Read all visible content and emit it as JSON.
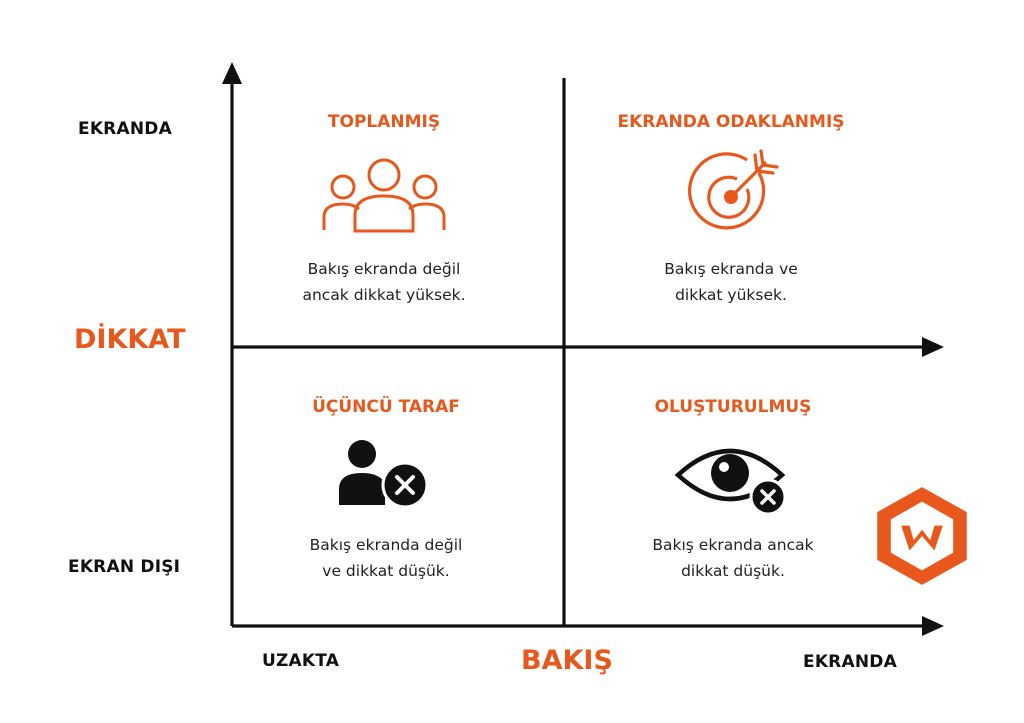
{
  "axes": {
    "y_title": "DİKKAT",
    "y_top_label": "EKRANDA",
    "y_bottom_label": "EKRAN DIŞI",
    "x_title": "BAKIŞ",
    "x_left_label": "UZAKTA",
    "x_right_label": "EKRANDA"
  },
  "quadrants": {
    "top_left": {
      "title": "TOPLANMIŞ",
      "desc_line1": "Bakış ekranda değil",
      "desc_line2": "ancak dikkat yüksek.",
      "icon": "group-icon"
    },
    "top_right": {
      "title": "EKRANDA ODAKLANMIŞ",
      "desc_line1": "Bakış ekranda ve",
      "desc_line2": "dikkat yüksek.",
      "icon": "target-icon"
    },
    "bottom_left": {
      "title": "ÜÇÜNCÜ TARAF",
      "desc_line1": "Bakış ekranda değil",
      "desc_line2": "ve dikkat düşük.",
      "icon": "person-x-icon"
    },
    "bottom_right": {
      "title": "OLUŞTURULMUŞ",
      "desc_line1": "Bakış ekranda ancak",
      "desc_line2": "dikkat düşük.",
      "icon": "eye-x-icon"
    }
  },
  "logo": {
    "icon": "hexagon-w-logo"
  },
  "colors": {
    "accent": "#e8581c",
    "ink": "#111111"
  }
}
